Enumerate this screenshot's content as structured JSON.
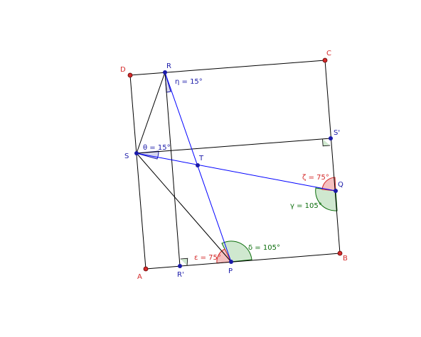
{
  "colors": {
    "line_black": "#000000",
    "line_blue": "#0000ff",
    "point_red": "#d42a2a",
    "point_blue": "#1a1aa8",
    "label_red": "#d42a2a",
    "label_blue": "#1a1aa8",
    "label_green": "#0c6e0c",
    "angle_red_fill": "#f4c0c0",
    "angle_green_fill": "#cfe8cf",
    "angle_blue_fill": "#d6d6f0"
  },
  "points": {
    "A": "A",
    "B": "B",
    "C": "C",
    "D": "D",
    "P": "P",
    "Q": "Q",
    "R": "R",
    "S": "S",
    "T": "T",
    "R_prime": "R'",
    "S_prime": "S'"
  },
  "angles": {
    "eta": "η = 15°",
    "theta": "θ = 15°",
    "zeta": "ζ = 75°",
    "gamma": "γ = 105°",
    "epsilon": "ε = 75°",
    "delta": "δ = 105°"
  }
}
